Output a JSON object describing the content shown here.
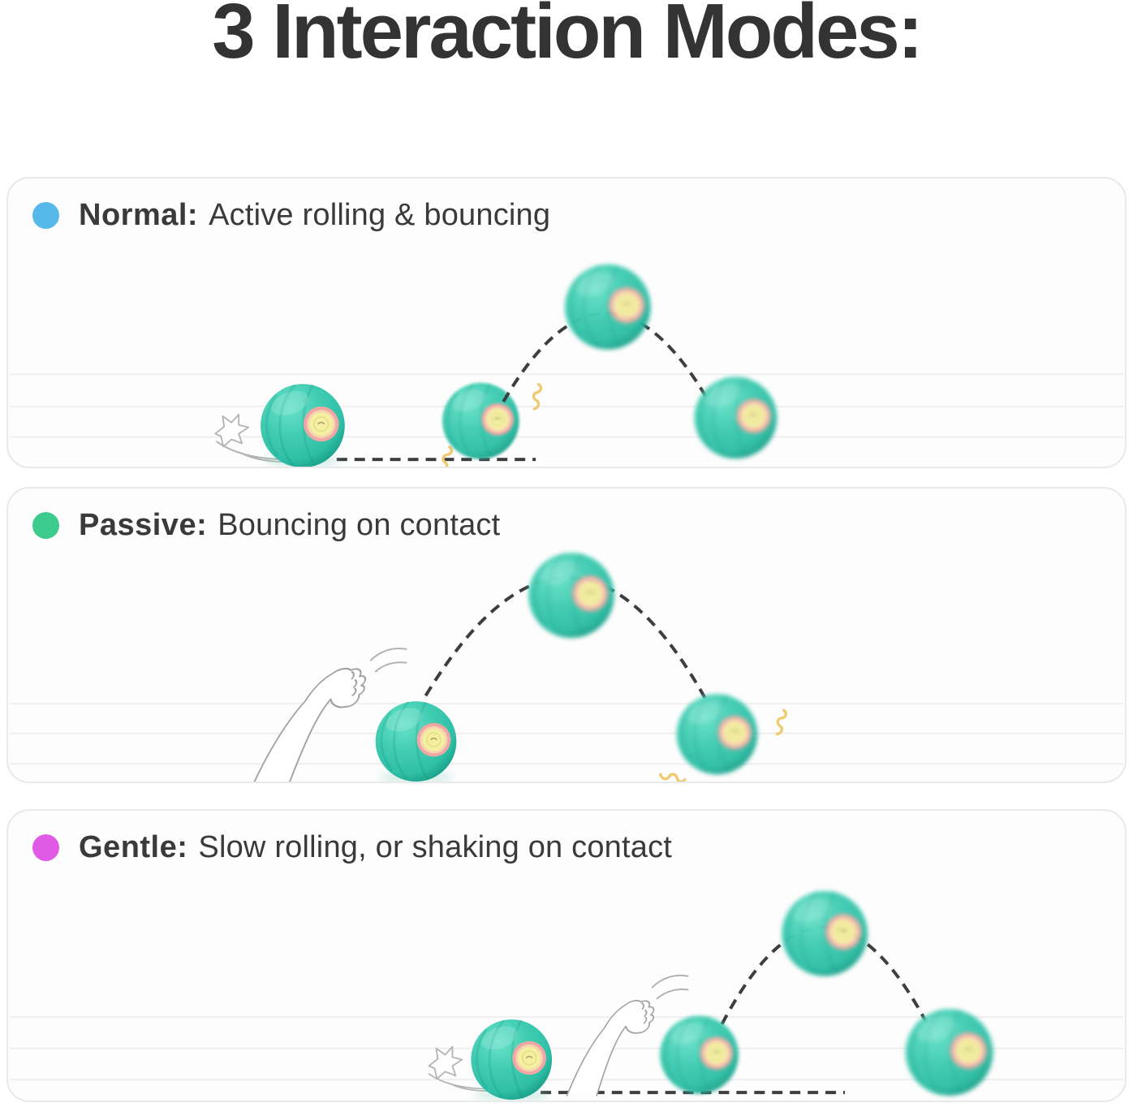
{
  "title": "3 Interaction Modes:",
  "modes": [
    {
      "label": "Normal:",
      "description": "Active rolling & bouncing",
      "dot_color": "#57b8ea"
    },
    {
      "label": "Passive:",
      "description": "Bouncing on contact",
      "dot_color": "#3ecb8e"
    },
    {
      "label": "Gentle:",
      "description": "Slow rolling, or shaking on contact",
      "dot_color": "#e05ae6"
    }
  ],
  "colors": {
    "heading_text": "#333333",
    "panel_border": "#e9e9e9",
    "ball_body": "#3fccb2",
    "ball_window_ring": "#f0a7a3",
    "ball_window_center": "#f4f0a0",
    "trajectory_dash": "#3e3e3e",
    "vibration_squiggle": "#eecb72"
  }
}
